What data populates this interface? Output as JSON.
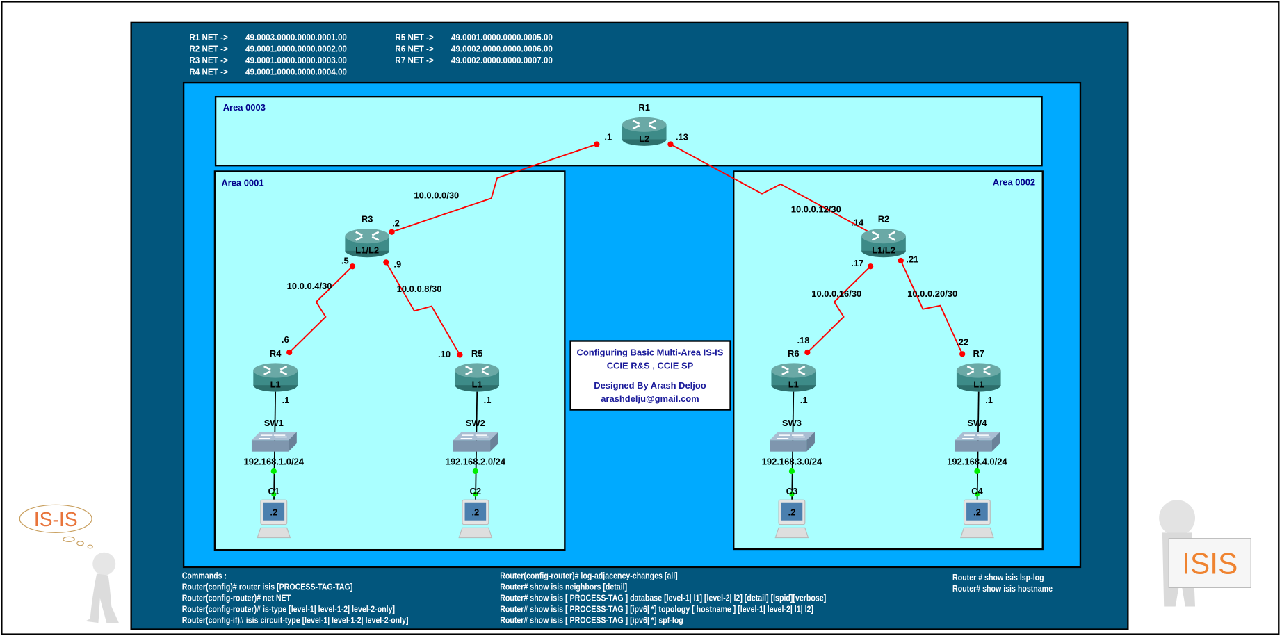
{
  "colors": {
    "outer_panel": "#02567d",
    "inner_panel": "#00aaff",
    "area_fill": "#aaffff",
    "serial_link": "#ff0000",
    "ethernet_dot": "#00ee00",
    "router": "#3d8b88",
    "area_label": "#00008b"
  },
  "nets": [
    {
      "label": "R1 NET  ->",
      "value": "49.0003.0000.0000.0001.00"
    },
    {
      "label": "R2 NET  ->",
      "value": "49.0001.0000.0000.0002.00"
    },
    {
      "label": "R3 NET  ->",
      "value": "49.0001.0000.0000.0003.00"
    },
    {
      "label": "R4 NET  ->",
      "value": "49.0001.0000.0000.0004.00"
    },
    {
      "label": "R5 NET  ->",
      "value": "49.0001.0000.0000.0005.00"
    },
    {
      "label": "R6 NET  ->",
      "value": "49.0002.0000.0000.0006.00"
    },
    {
      "label": "R7 NET  ->",
      "value": "49.0002.0000.0000.0007.00"
    }
  ],
  "areas": [
    {
      "id": "0003",
      "label": "Area  0003"
    },
    {
      "id": "0001",
      "label": "Area  0001"
    },
    {
      "id": "0002",
      "label": "Area  0002"
    }
  ],
  "routers": [
    {
      "name": "R1",
      "level": "L2"
    },
    {
      "name": "R2",
      "level": "L1/L2"
    },
    {
      "name": "R3",
      "level": "L1/L2"
    },
    {
      "name": "R4",
      "level": "L1"
    },
    {
      "name": "R5",
      "level": "L1"
    },
    {
      "name": "R6",
      "level": "L1"
    },
    {
      "name": "R7",
      "level": "L1"
    }
  ],
  "links": [
    {
      "from": "R1",
      "to": "R3",
      "subnet": "10.0.0.0/30",
      "from_ip": ".1",
      "to_ip": ".2"
    },
    {
      "from": "R1",
      "to": "R2",
      "subnet": "10.0.0.12/30",
      "from_ip": ".13",
      "to_ip": ".14"
    },
    {
      "from": "R3",
      "to": "R4",
      "subnet": "10.0.0.4/30",
      "from_ip": ".5",
      "to_ip": ".6"
    },
    {
      "from": "R3",
      "to": "R5",
      "subnet": "10.0.0.8/30",
      "from_ip": ".9",
      "to_ip": ".10"
    },
    {
      "from": "R2",
      "to": "R6",
      "subnet": "10.0.0.16/30",
      "from_ip": ".17",
      "to_ip": ".18"
    },
    {
      "from": "R2",
      "to": "R7",
      "subnet": "10.0.0.20/30",
      "from_ip": ".21",
      "to_ip": ".22"
    }
  ],
  "lans": [
    {
      "router": "R4",
      "switch": "SW1",
      "pc": "C1",
      "subnet": "192.168.1.0/24",
      "router_ip": ".1",
      "pc_ip": ".2"
    },
    {
      "router": "R5",
      "switch": "SW2",
      "pc": "C2",
      "subnet": "192.168.2.0/24",
      "router_ip": ".1",
      "pc_ip": ".2"
    },
    {
      "router": "R6",
      "switch": "SW3",
      "pc": "C3",
      "subnet": "192.168.3.0/24",
      "router_ip": ".1",
      "pc_ip": ".2"
    },
    {
      "router": "R7",
      "switch": "SW4",
      "pc": "C4",
      "subnet": "192.168.4.0/24",
      "router_ip": ".1",
      "pc_ip": ".2"
    }
  ],
  "info_box": {
    "title": "Configuring Basic Multi-Area IS-IS",
    "subtitle": "CCIE R&S , CCIE SP",
    "author": "Designed By Arash Deljoo",
    "email": "arashdelju@gmail.com"
  },
  "commands": {
    "col1": [
      "Commands :",
      "Router(config)# router isis [PROCESS-TAG-TAG]",
      "Router(config-router)# net NET",
      "Router(config-router)# is-type [level-1| level-1-2| level-2-only]",
      "Router(config-if)# isis circuit-type [level-1| level-1-2| level-2-only]"
    ],
    "col2": [
      "Router(config-router)# log-adjacency-changes [all]",
      "Router# show isis neighbors [detail]",
      "Router# show isis [ PROCESS-TAG ] database [level-1| l1] [level-2| l2] [detail] [lspid][verbose]",
      "Router# show isis [ PROCESS-TAG ] [ipv6| *] topology [ hostname ] [level-1| level-2| l1| l2]",
      "Router# show isis [ PROCESS-TAG ] [ipv6| *] spf-log"
    ],
    "col3": [
      "Router # show isis lsp-log",
      "Router# show isis hostname"
    ]
  },
  "clipart": {
    "left_bubble": "IS-IS",
    "right_sign": "ISIS"
  }
}
